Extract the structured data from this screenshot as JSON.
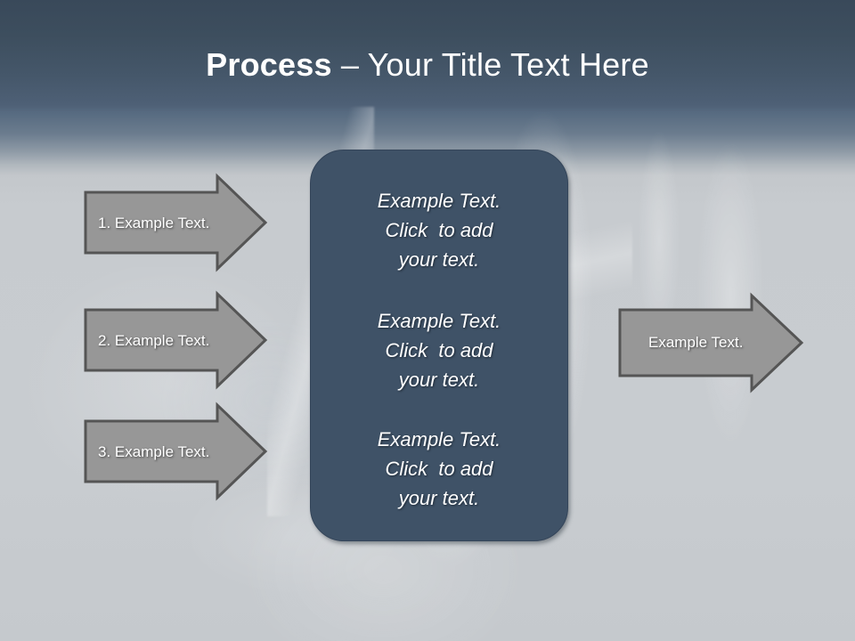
{
  "slide": {
    "title": {
      "strong": "Process",
      "rest": " – Your Title Text Here"
    },
    "colors": {
      "background_top": "#39495a",
      "background_mid": "#566a80",
      "background_bottom": "#c7cbcf",
      "panel_fill": "#3f5267",
      "panel_border": "#34455a",
      "arrow_fill": "#979797",
      "arrow_border": "#555555",
      "text_light": "#ffffff"
    }
  },
  "input_arrows": [
    {
      "label": "1. Example Text."
    },
    {
      "label": "2. Example Text."
    },
    {
      "label": "3. Example Text."
    }
  ],
  "center_panel": {
    "blocks": [
      "Example Text.\nClick  to add\nyour text.",
      "Example Text.\nClick  to add\nyour text.",
      "Example Text.\nClick  to add\nyour text."
    ]
  },
  "output_arrow": {
    "label": "Example Text."
  }
}
